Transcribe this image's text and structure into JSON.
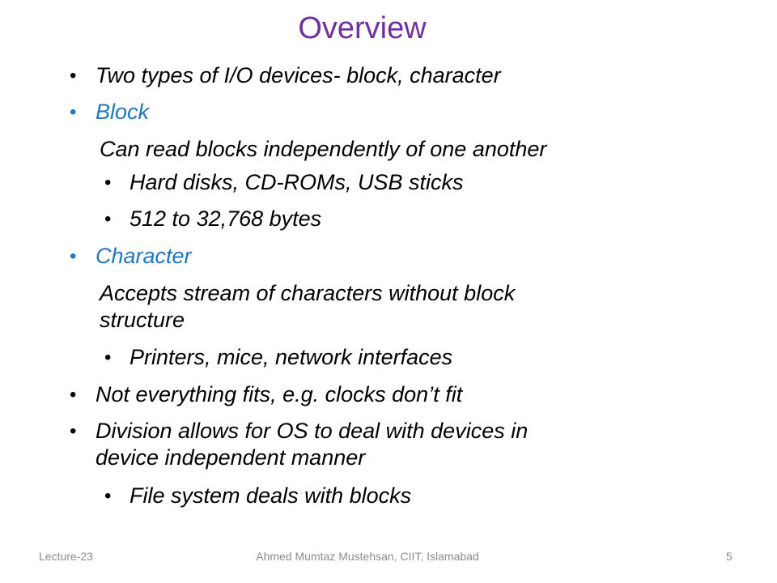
{
  "slide": {
    "title": "Overview",
    "title_color": "#7030a0",
    "accent_color": "#1f77c0",
    "bullet_glyph": "•",
    "items": [
      {
        "text": "Two types of I/O devices- block, character"
      },
      {
        "text": "Block"
      },
      {
        "text": "Can read blocks independently of one another"
      },
      {
        "text": "Hard disks, CD-ROMs, USB sticks"
      },
      {
        "text": "512 to 32,768 bytes"
      },
      {
        "text": "Character"
      },
      {
        "text": "Accepts stream of characters without block"
      },
      {
        "text": "structure"
      },
      {
        "text": "Printers, mice, network interfaces"
      },
      {
        "text": "Not everything fits, e.g. clocks don’t fit"
      },
      {
        "text": "Division allows for OS to deal with devices in"
      },
      {
        "text": "device independent manner"
      },
      {
        "text": "File system deals with blocks"
      }
    ]
  },
  "footer": {
    "left": "Lecture-23",
    "center": "Ahmed Mumtaz Mustehsan, CIIT, Islamabad",
    "page_number": "5"
  }
}
